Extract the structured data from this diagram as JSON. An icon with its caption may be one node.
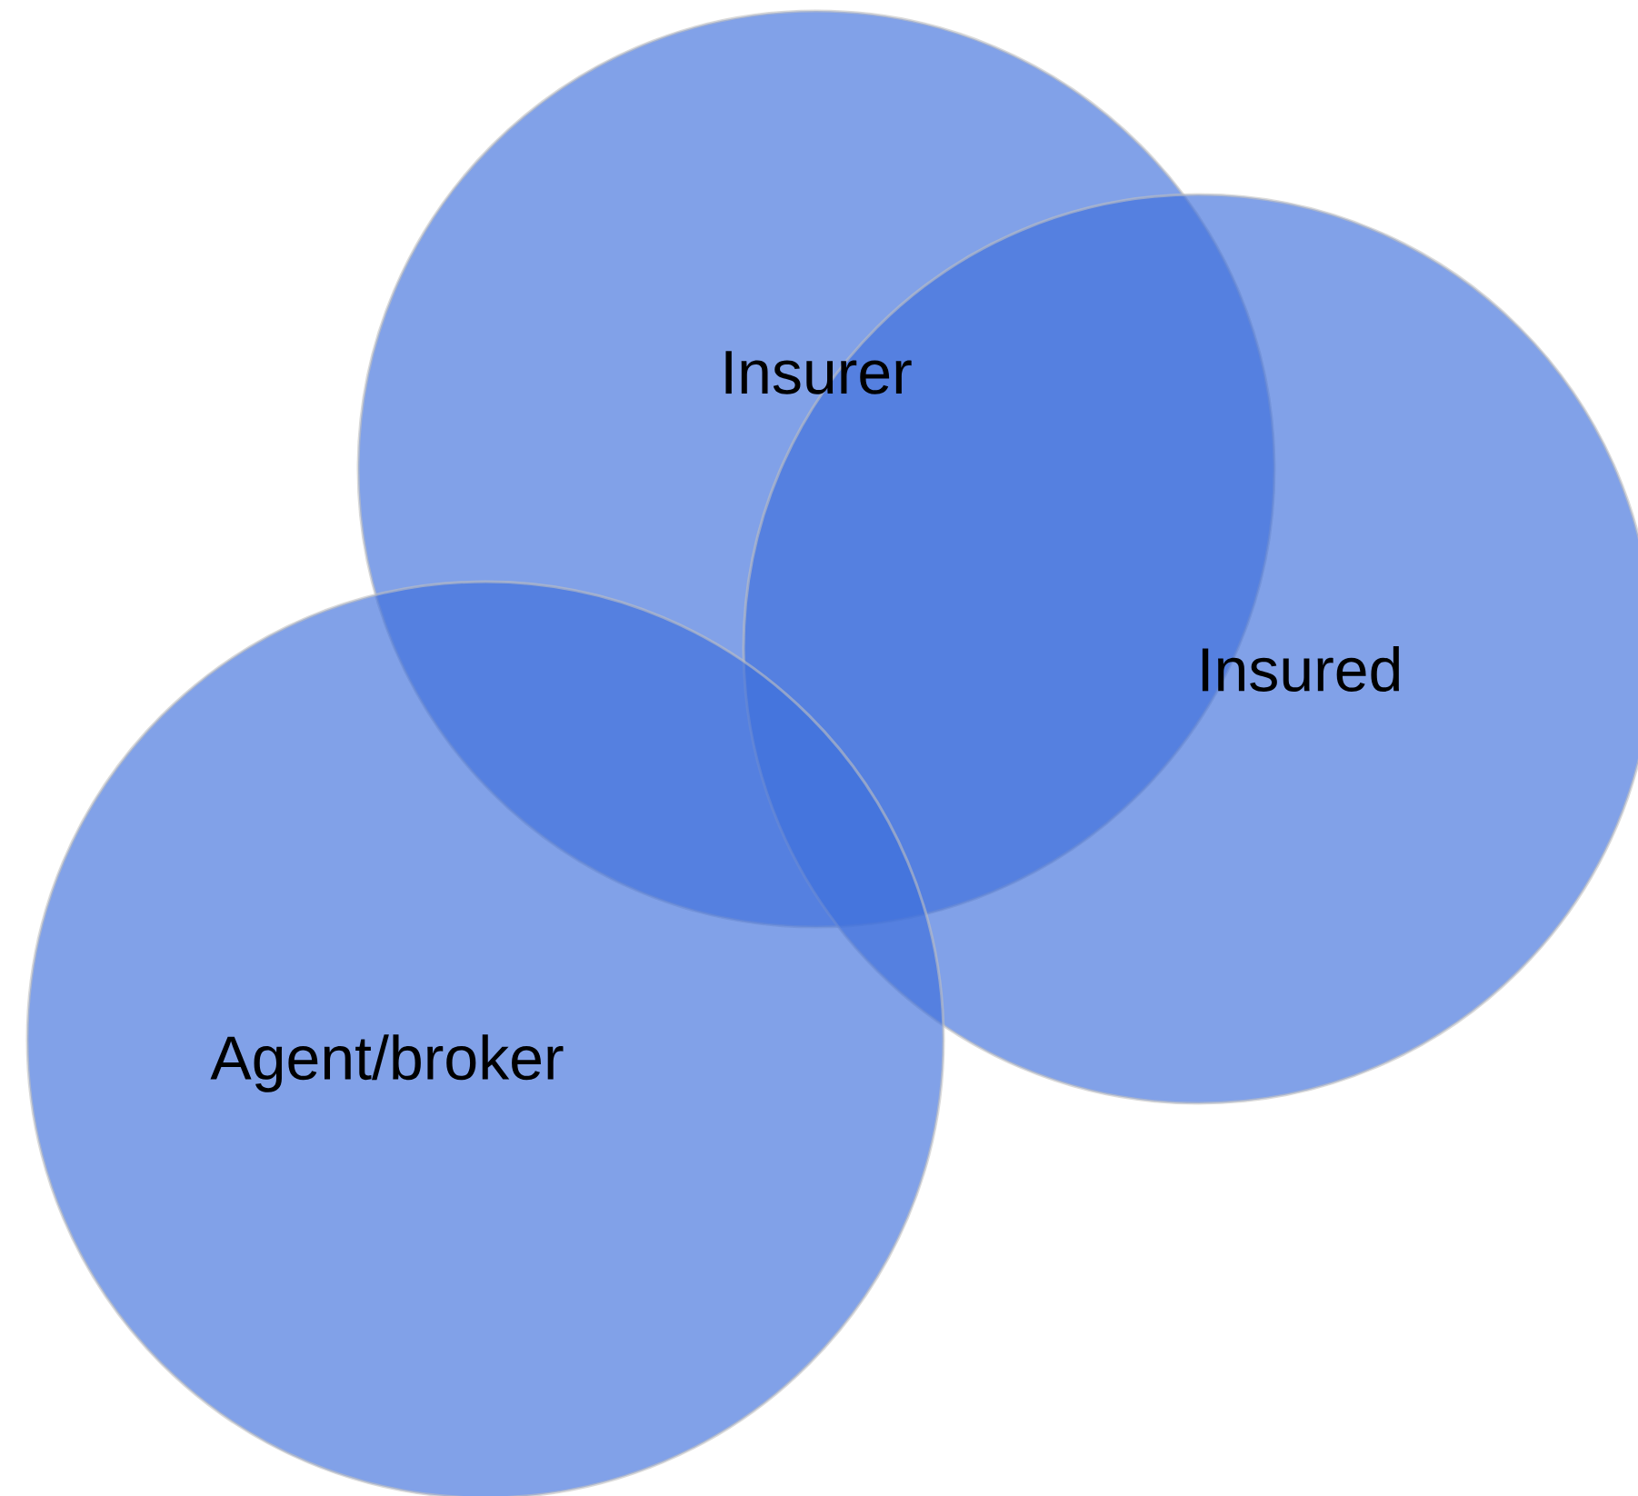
{
  "diagram": {
    "nodes": [
      {
        "text": [
          "Insurer"
        ]
      },
      {
        "text": [
          "Insured"
        ]
      },
      {
        "text": [
          "Agent/broker"
        ]
      }
    ]
  }
}
